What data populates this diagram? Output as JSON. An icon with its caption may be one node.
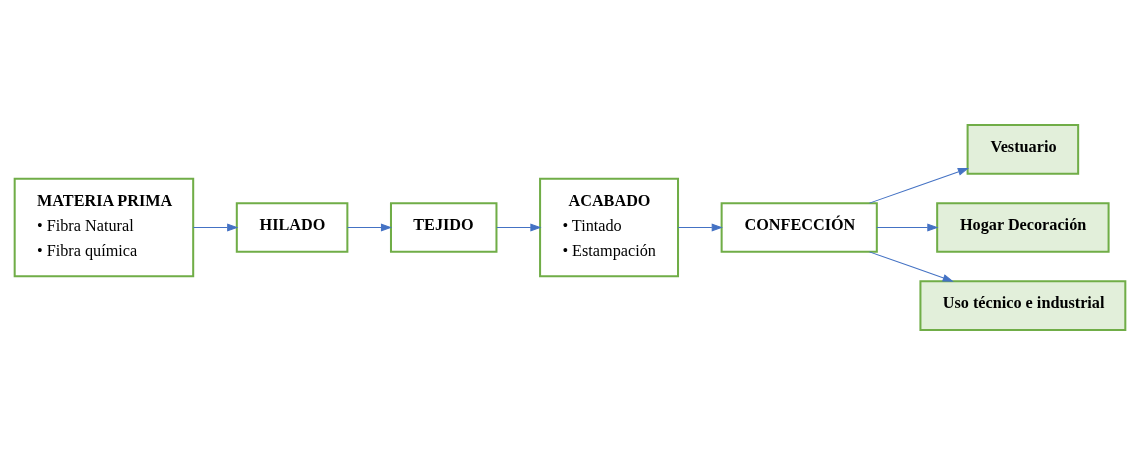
{
  "diagram": {
    "nodes": [
      {
        "text": [
          "MATERIA PRIMA",
          "• Fibra Natural",
          "• Fibra química"
        ]
      },
      {
        "text": [
          "HILADO"
        ]
      },
      {
        "text": [
          "TEJIDO"
        ]
      },
      {
        "text": [
          "ACABADO",
          "• Tintado",
          "• Estampación"
        ]
      },
      {
        "text": [
          "CONFECCIÓN"
        ]
      },
      {
        "text": [
          "Vestuario"
        ]
      },
      {
        "text": [
          "Hogar Decoración"
        ]
      },
      {
        "text": [
          "Uso técnico e industrial"
        ]
      }
    ],
    "edges": [
      {
        "from": 0,
        "to": 1,
        "arrow": "to"
      },
      {
        "from": 1,
        "to": 2,
        "arrow": "to"
      },
      {
        "from": 2,
        "to": 3,
        "arrow": "to"
      },
      {
        "from": 3,
        "to": 4,
        "arrow": "to"
      },
      {
        "from": 4,
        "to": 5,
        "arrow": "to"
      },
      {
        "from": 4,
        "to": 6,
        "arrow": "to"
      },
      {
        "from": 4,
        "to": 7,
        "arrow": "to"
      }
    ]
  }
}
